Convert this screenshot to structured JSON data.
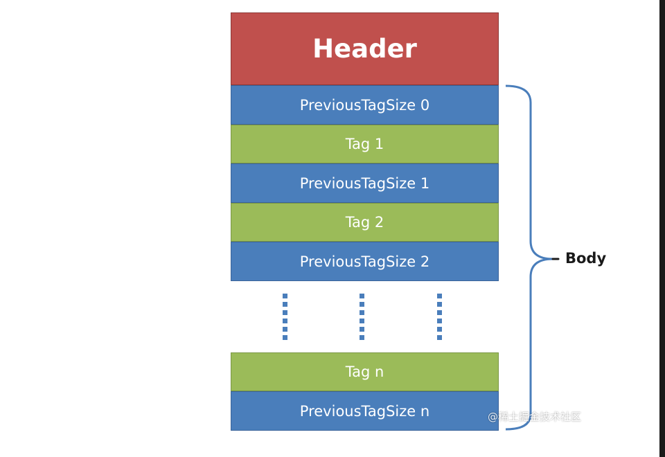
{
  "header": {
    "label": "Header"
  },
  "body_blocks": [
    {
      "label": "PreviousTagSize 0",
      "kind": "previous-tag-size"
    },
    {
      "label": "Tag 1",
      "kind": "tag"
    },
    {
      "label": "PreviousTagSize 1",
      "kind": "previous-tag-size"
    },
    {
      "label": "Tag 2",
      "kind": "tag"
    },
    {
      "label": "PreviousTagSize 2",
      "kind": "previous-tag-size"
    },
    {
      "label": "Tag n",
      "kind": "tag"
    },
    {
      "label": "PreviousTagSize n",
      "kind": "previous-tag-size"
    }
  ],
  "brace_label": "Body",
  "watermark": "@稀土掘金技术社区",
  "colors": {
    "header": "#c0504d",
    "previous_tag_size": "#4a7ebb",
    "tag": "#9bbb59",
    "brace": "#4a7ebb"
  }
}
